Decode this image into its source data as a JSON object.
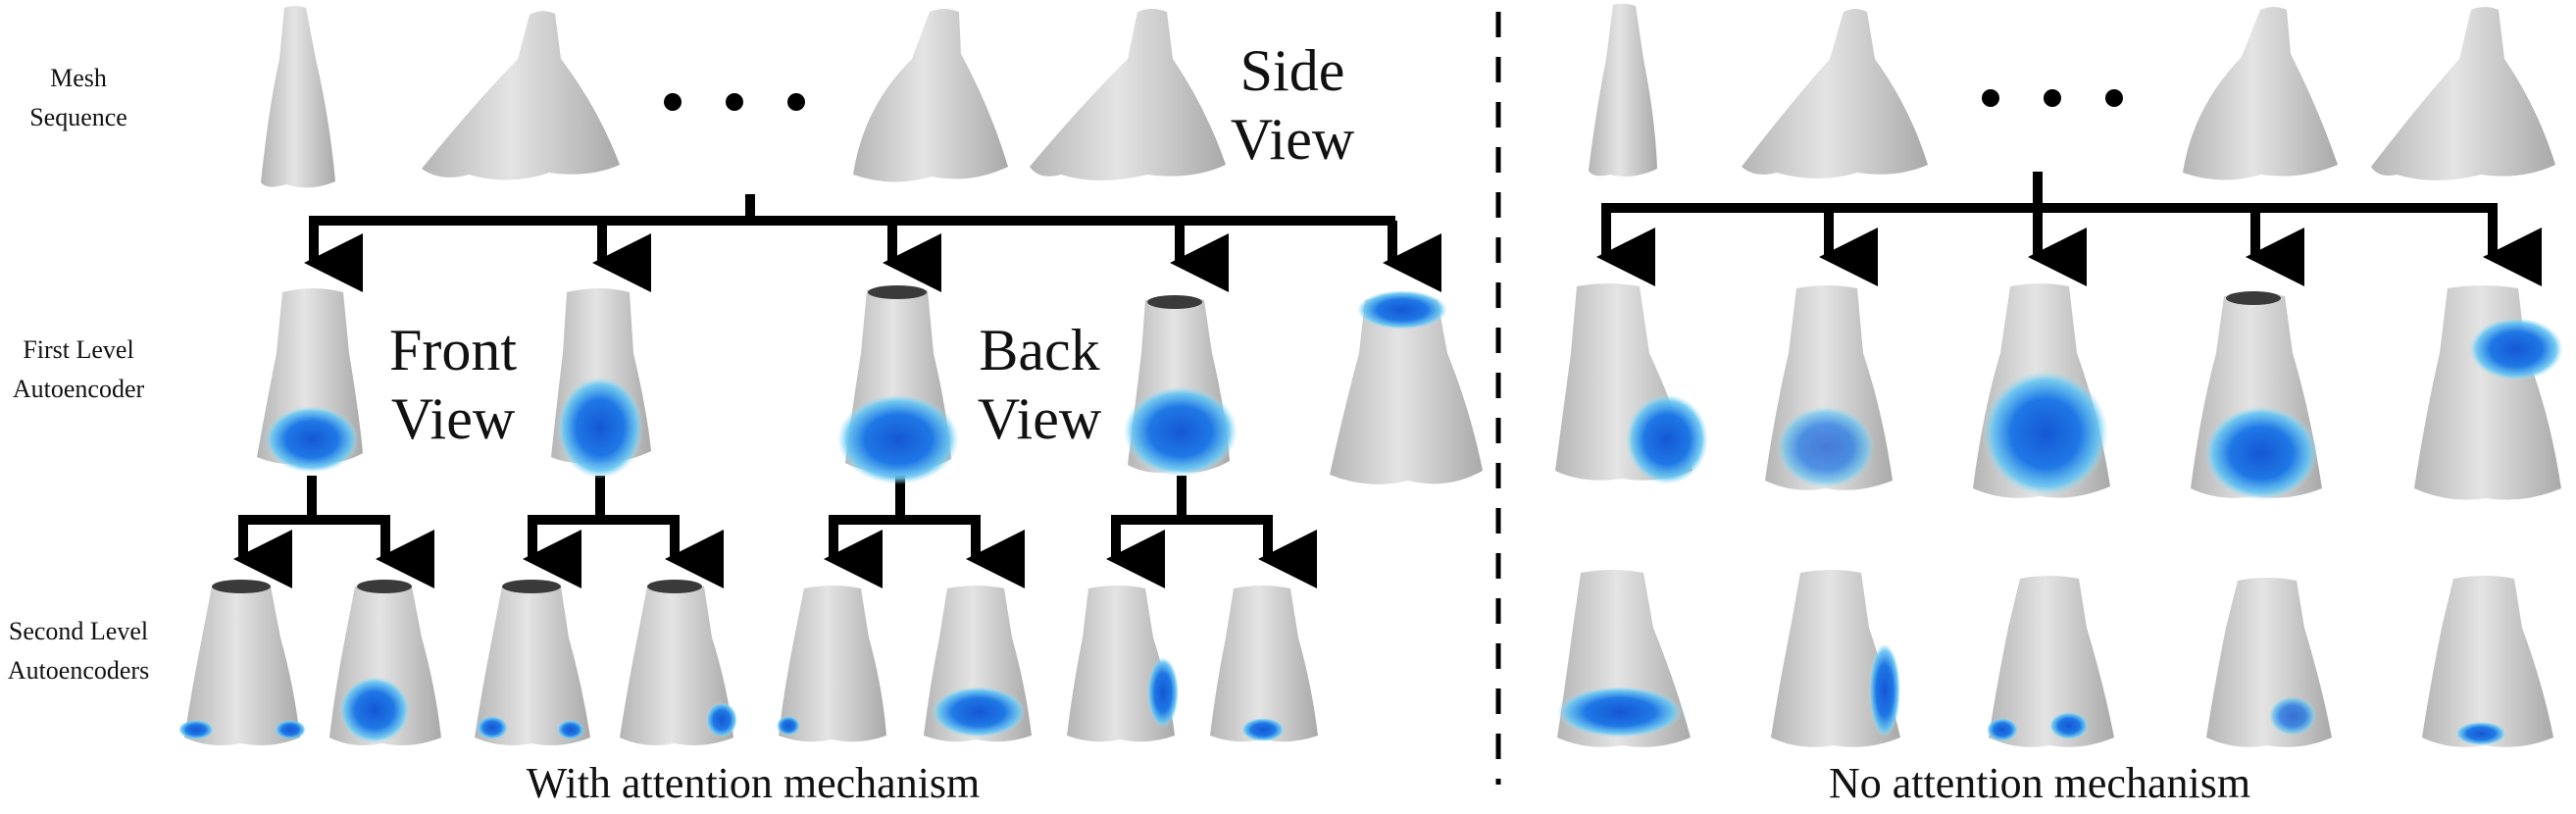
{
  "row_labels": {
    "mesh_line1": "Mesh",
    "mesh_line2": "Sequence",
    "first_line1": "First Level",
    "first_line2": "Autoencoder",
    "second_line1": "Second Level",
    "second_line2": "Autoencoders"
  },
  "view_labels": {
    "side_line1": "Side",
    "side_line2": "View",
    "front_line1": "Front",
    "front_line2": "View",
    "back_line1": "Back",
    "back_line2": "View"
  },
  "captions": {
    "left": "With attention mechanism",
    "right": "No attention mechanism"
  },
  "colors": {
    "mesh_gray": "#cfcfcf",
    "highlight_blue": "#1f6fe0",
    "highlight_cyan": "#7fd8f2",
    "waist_dark": "#3a3a3a",
    "tree_line": "#000000"
  }
}
